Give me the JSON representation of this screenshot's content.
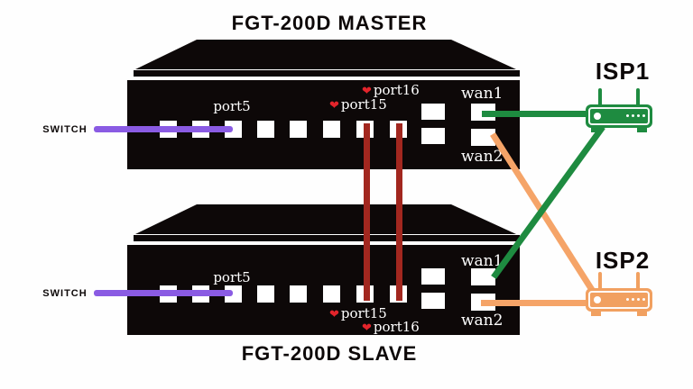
{
  "master": {
    "title": "FGT-200D MASTER",
    "switch_label": "SWITCH",
    "port5": "port5",
    "port15": "port15",
    "port16": "port16",
    "wan1": "wan1",
    "wan2": "wan2"
  },
  "slave": {
    "title": "FGT-200D SLAVE",
    "switch_label": "SWITCH",
    "port5": "port5",
    "port15": "port15",
    "port16": "port16",
    "wan1": "wan1",
    "wan2": "wan2"
  },
  "isp1": {
    "label": "ISP1"
  },
  "isp2": {
    "label": "ISP2"
  },
  "icons": {
    "heartbeat": "❤"
  },
  "colors": {
    "device_black": "#0d0808",
    "switch_link_purple": "#8a5be3",
    "heartbeat_link_red": "#a2271f",
    "isp1_green": "#1e8b40",
    "isp2_orange": "#f5a468",
    "heart_red": "#e3242b"
  }
}
